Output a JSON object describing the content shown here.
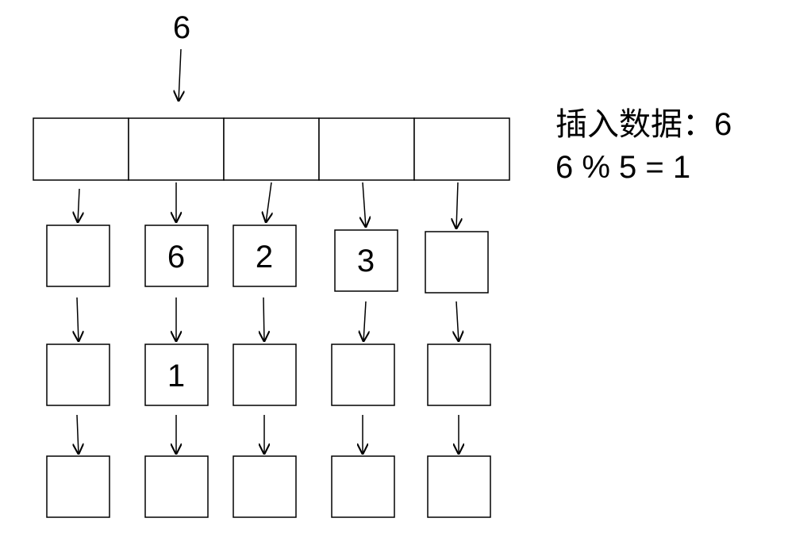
{
  "insert_value": "6",
  "annotation": {
    "line1": "插入数据：6",
    "line2": "6 % 5 = 1"
  },
  "buckets": [
    {
      "index": 0,
      "nodes": [
        "",
        "",
        ""
      ]
    },
    {
      "index": 1,
      "nodes": [
        "6",
        "1",
        ""
      ]
    },
    {
      "index": 2,
      "nodes": [
        "2",
        "",
        ""
      ]
    },
    {
      "index": 3,
      "nodes": [
        "3",
        "",
        ""
      ]
    },
    {
      "index": 4,
      "nodes": [
        "",
        "",
        ""
      ]
    }
  ]
}
